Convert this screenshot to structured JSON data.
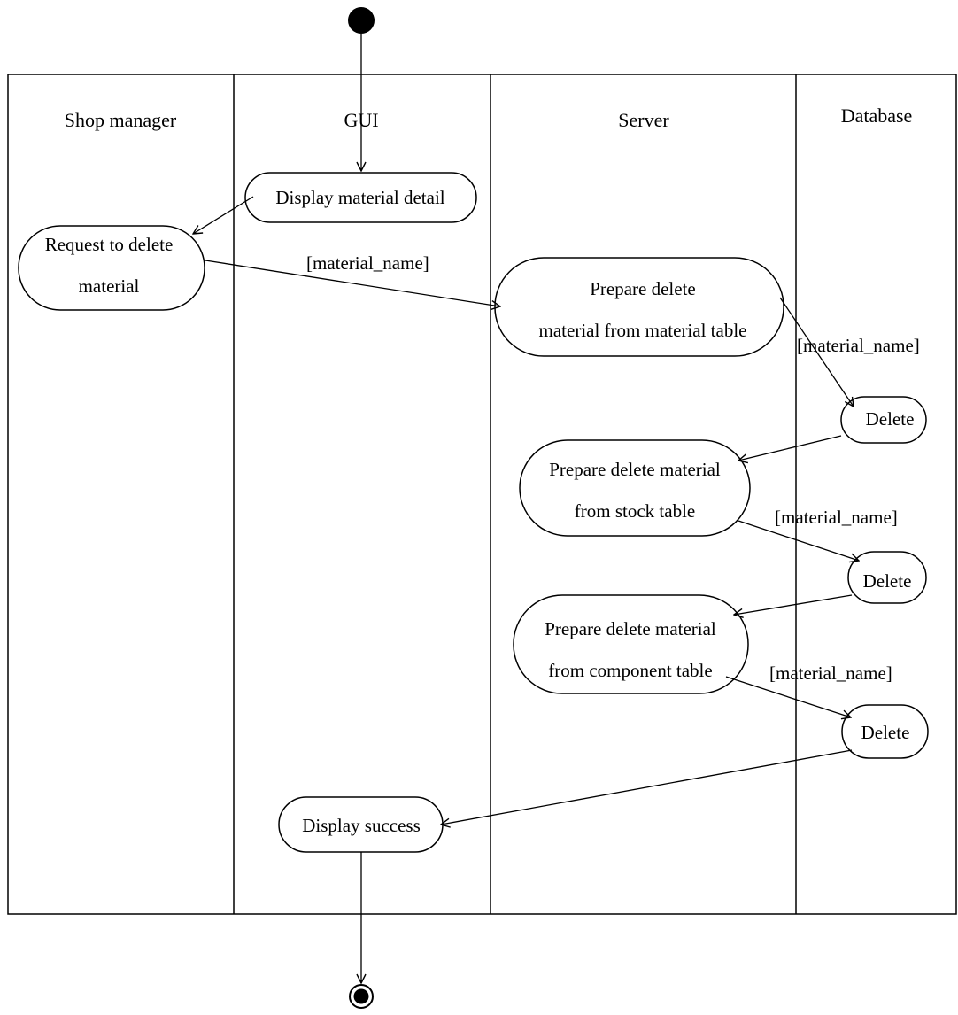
{
  "lanes": [
    {
      "id": "shop-manager",
      "label": "Shop manager"
    },
    {
      "id": "gui",
      "label": "GUI"
    },
    {
      "id": "server",
      "label": "Server"
    },
    {
      "id": "database",
      "label": "Database"
    }
  ],
  "activities": [
    {
      "id": "display-material-detail",
      "lines": [
        "Display material detail"
      ]
    },
    {
      "id": "request-to-delete-material",
      "lines": [
        "Request to delete",
        "material"
      ]
    },
    {
      "id": "prepare-delete-material-table",
      "lines": [
        "Prepare delete",
        "material from material table"
      ]
    },
    {
      "id": "delete-1",
      "lines": [
        "Delete"
      ]
    },
    {
      "id": "prepare-delete-stock-table",
      "lines": [
        "Prepare delete material",
        "from stock table"
      ]
    },
    {
      "id": "delete-2",
      "lines": [
        "Delete"
      ]
    },
    {
      "id": "prepare-delete-component-table",
      "lines": [
        "Prepare delete material",
        "from component table"
      ]
    },
    {
      "id": "delete-3",
      "lines": [
        "Delete"
      ]
    },
    {
      "id": "display-success",
      "lines": [
        "Display success"
      ]
    }
  ],
  "guards": [
    {
      "id": "guard-1",
      "text": "[material_name]"
    },
    {
      "id": "guard-2",
      "text": "[material_name]"
    },
    {
      "id": "guard-3",
      "text": "[material_name]"
    },
    {
      "id": "guard-4",
      "text": "[material_name]"
    }
  ],
  "flows": [
    [
      "start",
      "display-material-detail"
    ],
    [
      "display-material-detail",
      "request-to-delete-material"
    ],
    [
      "request-to-delete-material",
      "prepare-delete-material-table"
    ],
    [
      "prepare-delete-material-table",
      "delete-1"
    ],
    [
      "delete-1",
      "prepare-delete-stock-table"
    ],
    [
      "prepare-delete-stock-table",
      "delete-2"
    ],
    [
      "delete-2",
      "prepare-delete-component-table"
    ],
    [
      "prepare-delete-component-table",
      "delete-3"
    ],
    [
      "delete-3",
      "display-success"
    ],
    [
      "display-success",
      "end"
    ]
  ]
}
